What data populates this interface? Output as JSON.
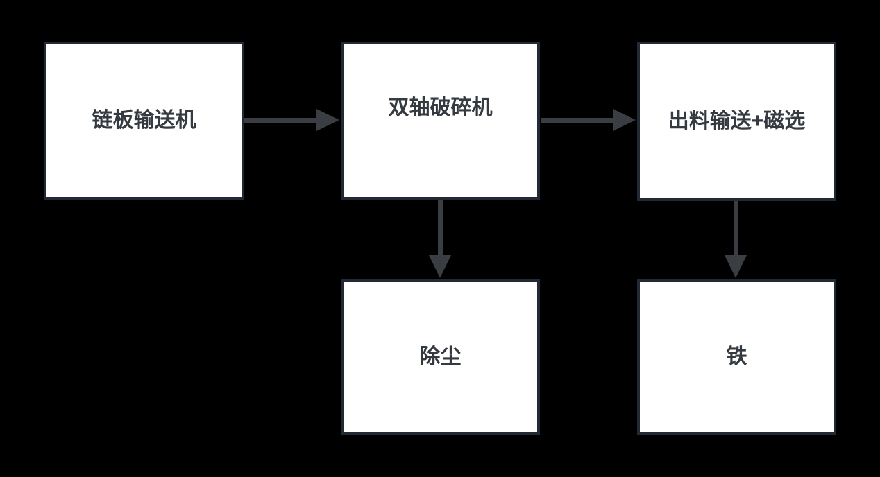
{
  "diagram": {
    "type": "flowchart",
    "colors": {
      "background": "#000000",
      "node_fill": "#ffffff",
      "node_border": "#222a35",
      "arrow": "#3a3d42",
      "label": "#353a40"
    },
    "nodes": [
      {
        "id": "chain-plate-conveyor",
        "label": "链板输送机"
      },
      {
        "id": "double-shaft-crusher",
        "label": "双轴破碎机"
      },
      {
        "id": "discharge-conveyor-magnetic-separation",
        "label": "出料输送+磁选"
      },
      {
        "id": "dust-removal",
        "label": "除尘"
      },
      {
        "id": "iron",
        "label": "铁"
      }
    ],
    "edges": [
      {
        "from": "chain-plate-conveyor",
        "to": "double-shaft-crusher",
        "direction": "right"
      },
      {
        "from": "double-shaft-crusher",
        "to": "discharge-conveyor-magnetic-separation",
        "direction": "right"
      },
      {
        "from": "double-shaft-crusher",
        "to": "dust-removal",
        "direction": "down"
      },
      {
        "from": "discharge-conveyor-magnetic-separation",
        "to": "iron",
        "direction": "down"
      }
    ]
  }
}
